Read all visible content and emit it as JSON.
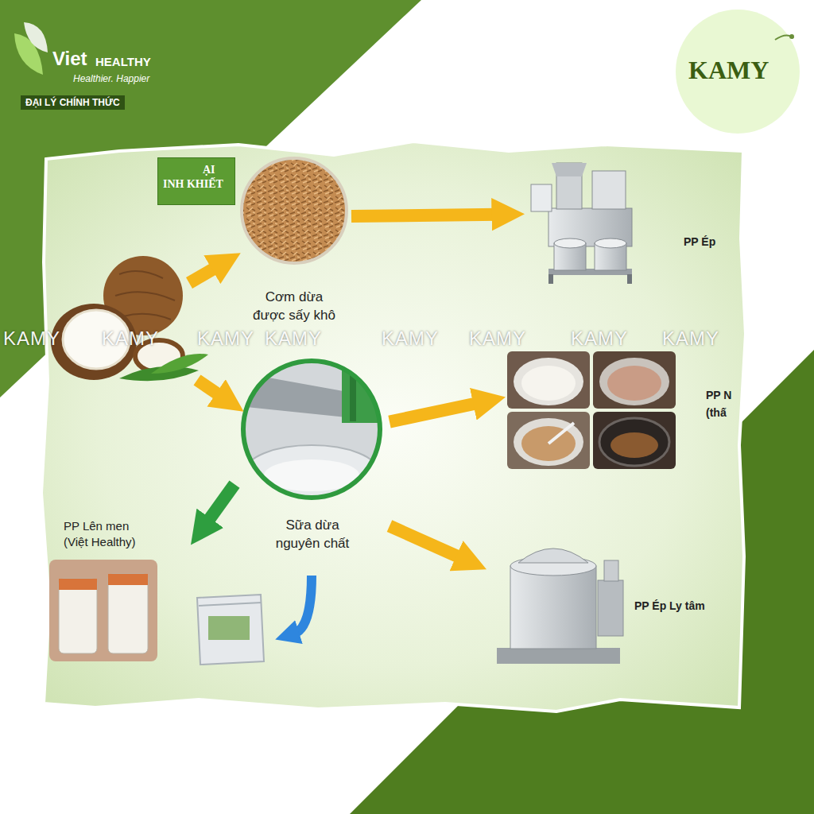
{
  "diagram": {
    "nodes": [
      {
        "text": [
          "ẠI INH KHIẾT"
        ]
      },
      {
        "text": [
          "Cơm dừa được sấy khô"
        ]
      },
      {
        "text": [
          "PP Ép"
        ]
      },
      {
        "text": [
          "PP N (thấ"
        ]
      },
      {
        "text": [
          "Sữa dừa nguyên chất"
        ]
      },
      {
        "text": [
          "PP Lên men (Việt Healthy)"
        ]
      },
      {
        "text": [
          "PP Ép Ly tâm"
        ]
      }
    ],
    "edges": [
      {
        "from": 1,
        "to": 2,
        "arrow": "to"
      },
      {
        "from": 4,
        "to": 3,
        "arrow": "to"
      },
      {
        "from": 4,
        "to": 6,
        "arrow": "to"
      },
      {
        "from": 4,
        "to": 5,
        "arrow": "to"
      }
    ],
    "labels": [
      "Viet",
      "HEALTHY",
      "Healthier. Happier",
      "ĐẠI LÝ CHÍNH THỨC",
      "KAMY",
      "KAMY",
      "KAMY",
      "KAMY",
      "KAMY",
      "KAMY",
      "KAMY",
      "KAMY",
      "KAMY"
    ]
  }
}
